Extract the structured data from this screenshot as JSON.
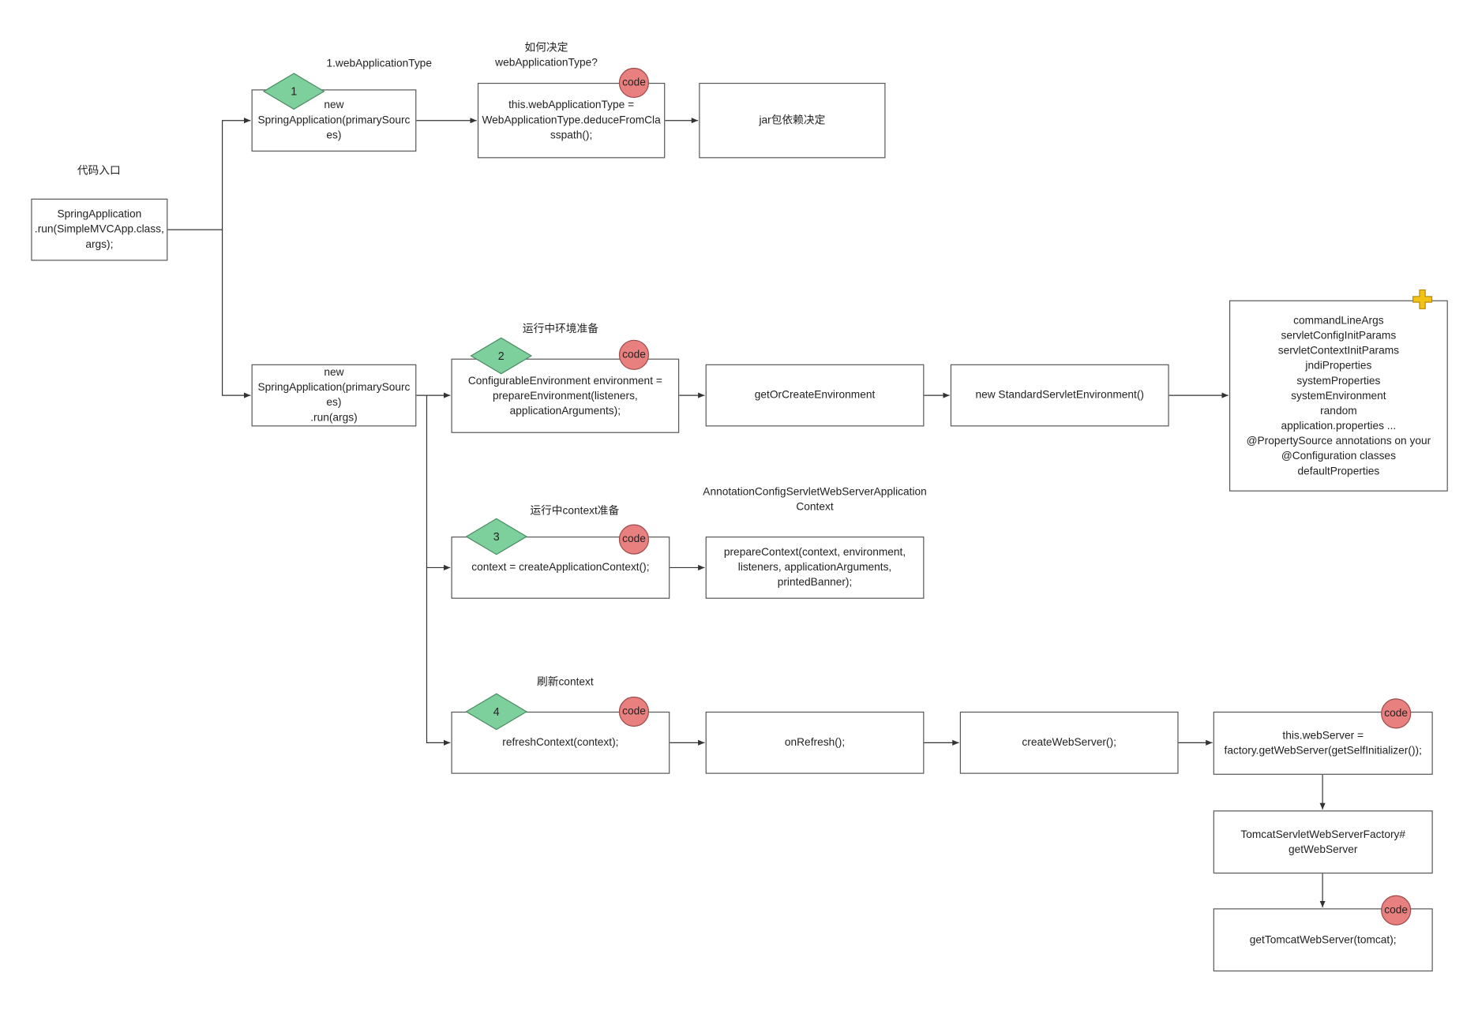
{
  "colors": {
    "diamond_fill": "#7dcf9c",
    "code_badge_fill": "#e98080",
    "plus_icon": "#f3c216",
    "line": "#333333"
  },
  "labels": {
    "entry": "代码入口",
    "web_app_type": "1.webApplicationType",
    "how_decide": "如何决定\nwebApplicationType?",
    "env_prepare": "运行中环境准备",
    "context_prepare": "运行中context准备",
    "context_class": "AnnotationConfigServletWebServerApplication\nContext",
    "refresh": "刷新context"
  },
  "steps": {
    "one": "1",
    "two": "2",
    "three": "3",
    "four": "4"
  },
  "code_badge": "code",
  "boxes": {
    "entry_call": "SpringApplication\n.run(SimpleMVCApp.class,\nargs);",
    "new_app": "new\nSpringApplication(primarySourc\nes)",
    "new_app_run": "new\nSpringApplication(primarySourc\nes)\n.run(args)",
    "deduce": "this.webApplicationType =\nWebApplicationType.deduceFromCla\nsspath();",
    "jar_decides": "jar包依赖决定",
    "prepare_env": "ConfigurableEnvironment environment =\nprepareEnvironment(listeners,\napplicationArguments);",
    "get_or_create_env": "getOrCreateEnvironment",
    "new_standard_env": "new StandardServletEnvironment()",
    "property_sources": "commandLineArgs\nservletConfigInitParams\nservletContextInitParams\njndiProperties\nsystemProperties\nsystemEnvironment\nrandom\napplication.properties ...\n@PropertySource annotations on your\n@Configuration classes\ndefaultProperties",
    "create_context": "context = createApplicationContext();",
    "prepare_context": "prepareContext(context, environment,\nlisteners, applicationArguments,\nprintedBanner);",
    "refresh_context": "refreshContext(context);",
    "on_refresh": "onRefresh();",
    "create_web_server": "createWebServer();",
    "get_web_server": "this.webServer =\nfactory.getWebServer(getSelfInitializer());",
    "tomcat_factory": "TomcatServletWebServerFactory#\ngetWebServer",
    "get_tomcat_server": "getTomcatWebServer(tomcat);"
  }
}
